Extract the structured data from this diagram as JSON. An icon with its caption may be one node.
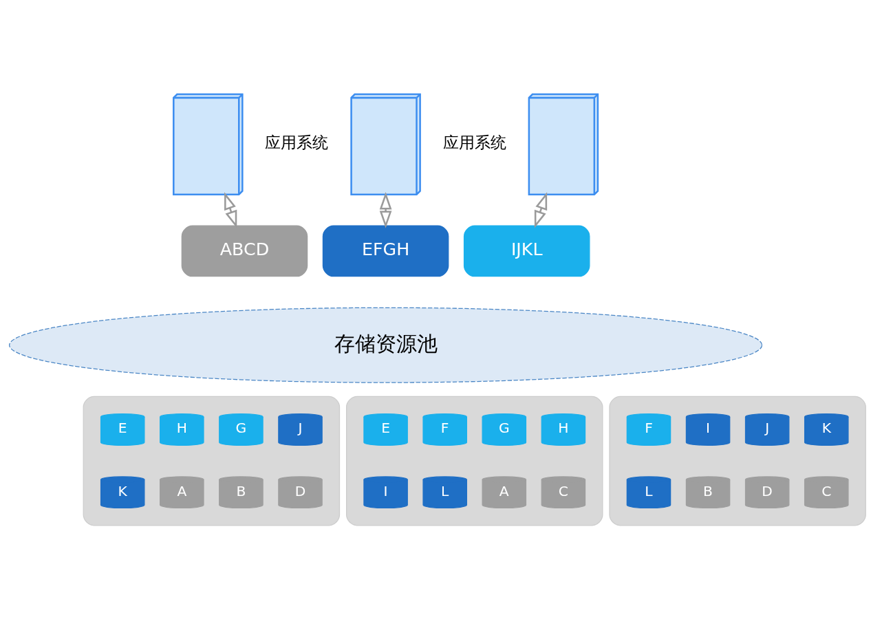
{
  "diagram": {
    "nodes": [
      {
        "text": [],
        "shape": "box"
      },
      {
        "text": [],
        "shape": "box"
      },
      {
        "text": [],
        "shape": "box"
      },
      {
        "text": [
          "ABCD"
        ]
      },
      {
        "text": [
          "EFGH"
        ]
      },
      {
        "text": [
          "IJKL"
        ]
      },
      {
        "text": [
          "存储资源池"
        ]
      },
      {
        "text": [],
        "shape": "box"
      },
      {
        "text": [
          "E"
        ],
        "in": 7
      },
      {
        "text": [
          "H"
        ],
        "in": 7
      },
      {
        "text": [
          "G"
        ],
        "in": 7
      },
      {
        "text": [
          "J"
        ],
        "in": 7
      },
      {
        "text": [
          "K"
        ],
        "in": 7
      },
      {
        "text": [
          "A"
        ],
        "in": 7
      },
      {
        "text": [
          "B"
        ],
        "in": 7
      },
      {
        "text": [
          "D"
        ],
        "in": 7
      },
      {
        "text": [],
        "shape": "box"
      },
      {
        "text": [
          "E"
        ],
        "in": 16
      },
      {
        "text": [
          "F"
        ],
        "in": 16
      },
      {
        "text": [
          "G"
        ],
        "in": 16
      },
      {
        "text": [
          "H"
        ],
        "in": 16
      },
      {
        "text": [
          "I"
        ],
        "in": 16
      },
      {
        "text": [
          "L"
        ],
        "in": 16
      },
      {
        "text": [
          "A"
        ],
        "in": 16
      },
      {
        "text": [
          "C"
        ],
        "in": 16
      },
      {
        "text": [],
        "shape": "box"
      },
      {
        "text": [
          "F"
        ],
        "in": 25
      },
      {
        "text": [
          "I"
        ],
        "in": 25
      },
      {
        "text": [
          "J"
        ],
        "in": 25
      },
      {
        "text": [
          "K"
        ],
        "in": 25
      },
      {
        "text": [
          "L"
        ],
        "in": 25
      },
      {
        "text": [
          "B"
        ],
        "in": 25
      },
      {
        "text": [
          "D"
        ],
        "in": 25
      },
      {
        "text": [
          "C"
        ],
        "in": 25
      }
    ],
    "edges": [
      {
        "from": 0,
        "to": 3,
        "arrow": "both"
      },
      {
        "from": 1,
        "to": 4,
        "arrow": "both"
      },
      {
        "from": 2,
        "to": 5,
        "arrow": "both"
      }
    ],
    "labels": [
      "应用系统",
      "应用系统"
    ]
  }
}
